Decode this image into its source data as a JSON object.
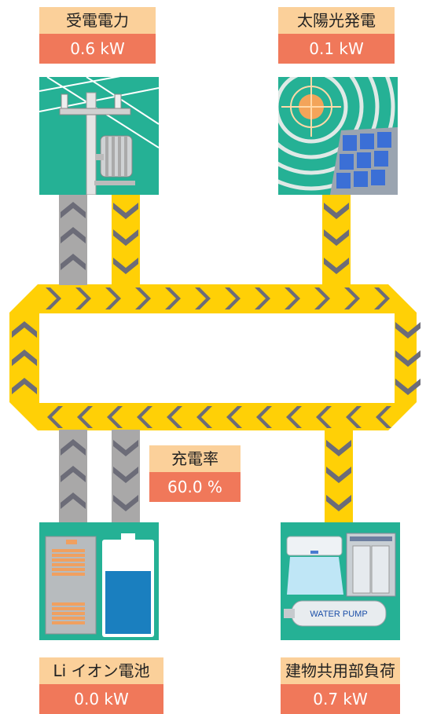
{
  "panels": {
    "grid": {
      "title": "受電電力",
      "value": "0.6 kW",
      "icon": "utility-pole-icon"
    },
    "solar": {
      "title": "太陽光発電",
      "value": "0.1 kW",
      "icon": "solar-panel-icon"
    },
    "battery": {
      "title": "充電率",
      "value": "60.0 %",
      "caption": "Li イオン電池",
      "power": "0.0 kW",
      "icon": "battery-icon"
    },
    "load": {
      "title": "建物共用部負荷",
      "value": "0.7 kW",
      "icon": "building-load-icon",
      "pump_text": "WATER PUMP"
    }
  },
  "colors": {
    "flow_active": "#ffd006",
    "flow_inactive": "#a9a8a8",
    "chevron": "#6c6c78",
    "tile": "#25b195",
    "label_bg": "#fbd09a",
    "value_bg": "#f0785a"
  }
}
